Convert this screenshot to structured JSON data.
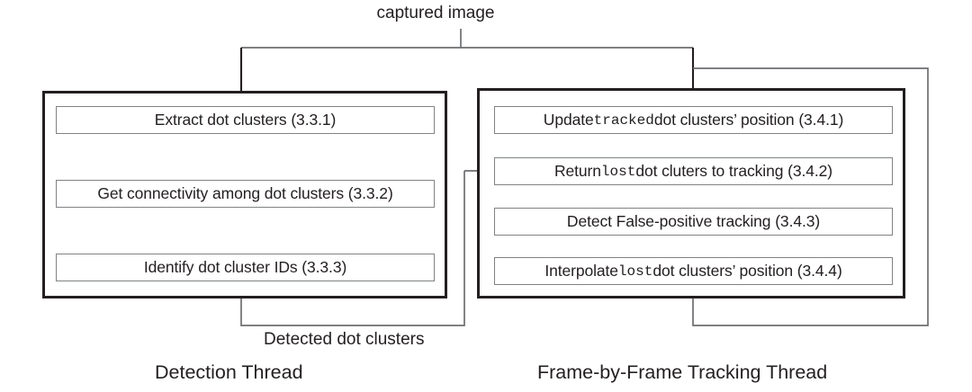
{
  "diagram": {
    "title_label": "captured image",
    "intermediate_label": "Detected dot clusters",
    "threads": [
      {
        "id": "detection",
        "title": "Detection Thread",
        "steps": [
          {
            "id": "3.3.1",
            "text": "Extract dot clusters (3.3.1)"
          },
          {
            "id": "3.3.2",
            "text": "Get connectivity among dot clusters (3.3.2)"
          },
          {
            "id": "3.3.3",
            "text": "Identify dot cluster IDs (3.3.3)"
          }
        ]
      },
      {
        "id": "tracking",
        "title": "Frame-by-Frame Tracking Thread",
        "steps": [
          {
            "id": "3.4.1",
            "prefix": "Update ",
            "keyword": "tracked",
            "suffix": " dot clusters’ position (3.4.1)"
          },
          {
            "id": "3.4.2",
            "prefix": "Return ",
            "keyword": "lost",
            "suffix": " dot cluters to tracking (3.4.2)"
          },
          {
            "id": "3.4.3",
            "prefix": "Detect False-positive tracking (3.4.3)",
            "keyword": "",
            "suffix": ""
          },
          {
            "id": "3.4.4",
            "prefix": "Interpolate ",
            "keyword": "lost",
            "suffix": " dot clusters’ position (3.4.4)"
          }
        ]
      }
    ],
    "colors": {
      "panel_border": "#231f20",
      "box_border": "#808285",
      "connector": "#58595b",
      "text": "#231f20",
      "background": "#ffffff"
    }
  }
}
